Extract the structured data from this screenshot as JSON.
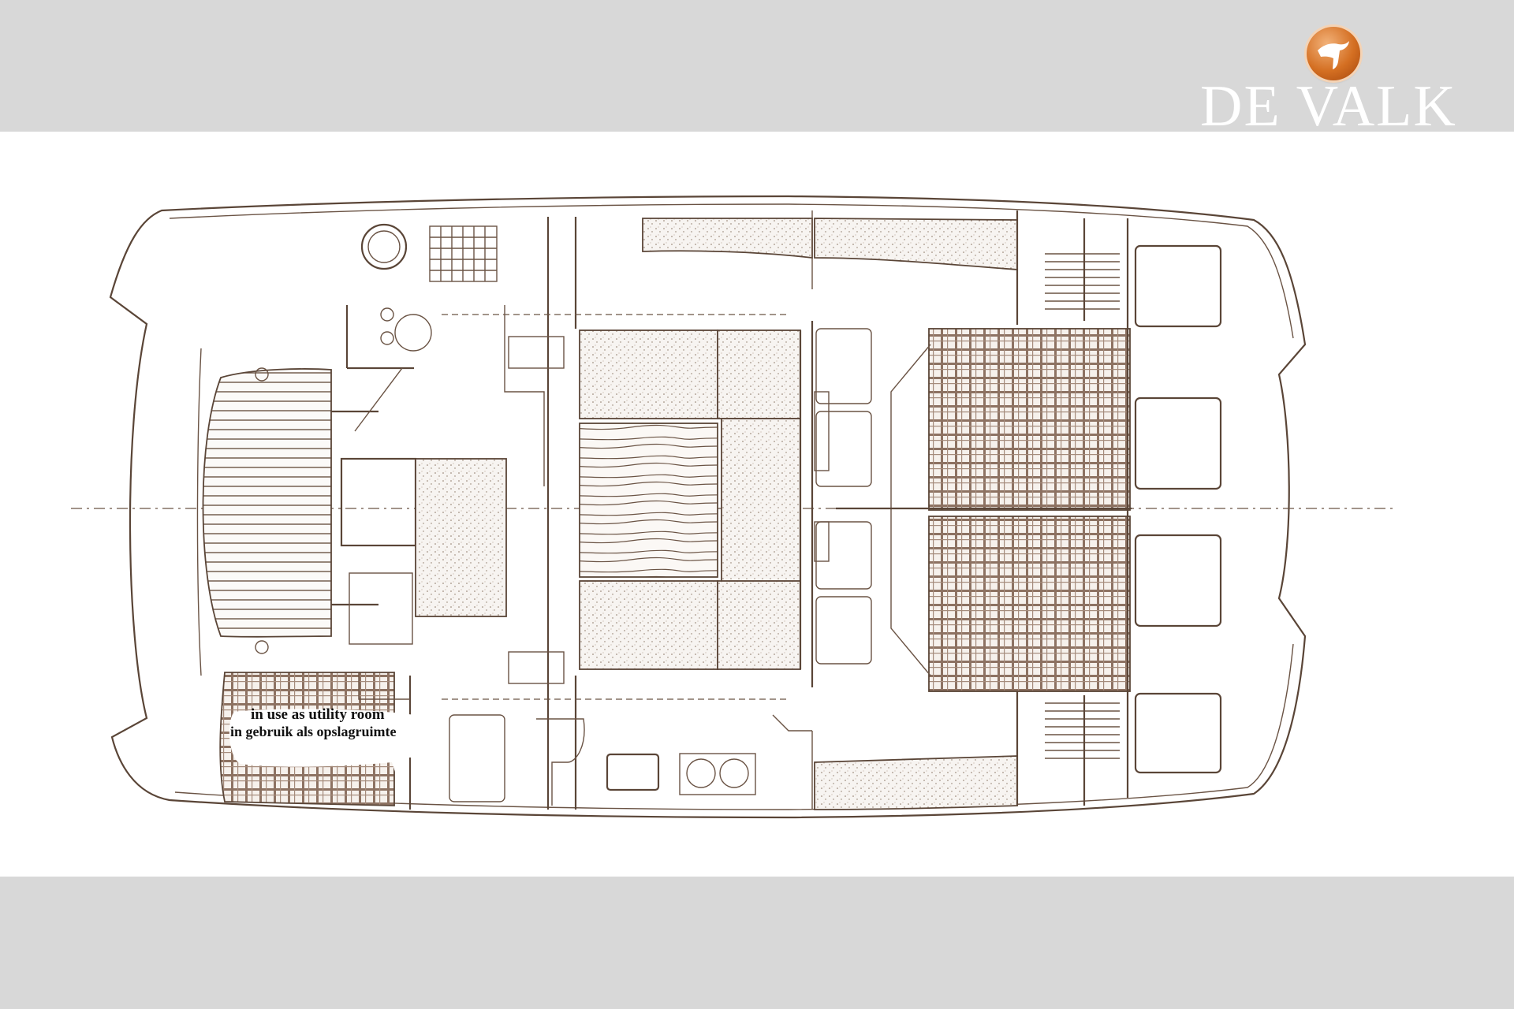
{
  "brand": {
    "name": "DE VALK",
    "logo_icon": "falcon-emblem-icon",
    "accent": "#d46f22"
  },
  "plan": {
    "type": "catamaran deck layout drawing",
    "line_color": "#5a4537",
    "annotation": {
      "line1": "in use as utility room",
      "line2": "in gebruik als opslagruimte"
    }
  },
  "colors": {
    "band": "#d8d8d8",
    "paper": "#ffffff",
    "logo_text": "#ffffff"
  }
}
